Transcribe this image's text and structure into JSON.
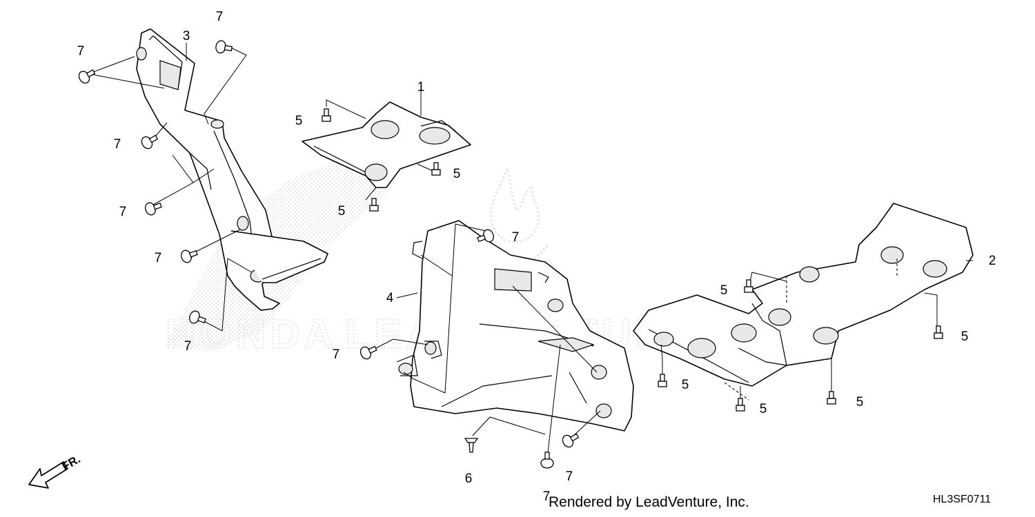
{
  "diagram": {
    "callouts": {
      "part_1": "1",
      "part_2": "2",
      "part_3": "3",
      "part_4": "4",
      "bolt_5": "5",
      "clip_6": "6",
      "rivet_7": "7"
    },
    "direction_label": "FR.",
    "credit": "Rendered by LeadVenture, Inc.",
    "diagram_code": "HL3SF0711"
  }
}
